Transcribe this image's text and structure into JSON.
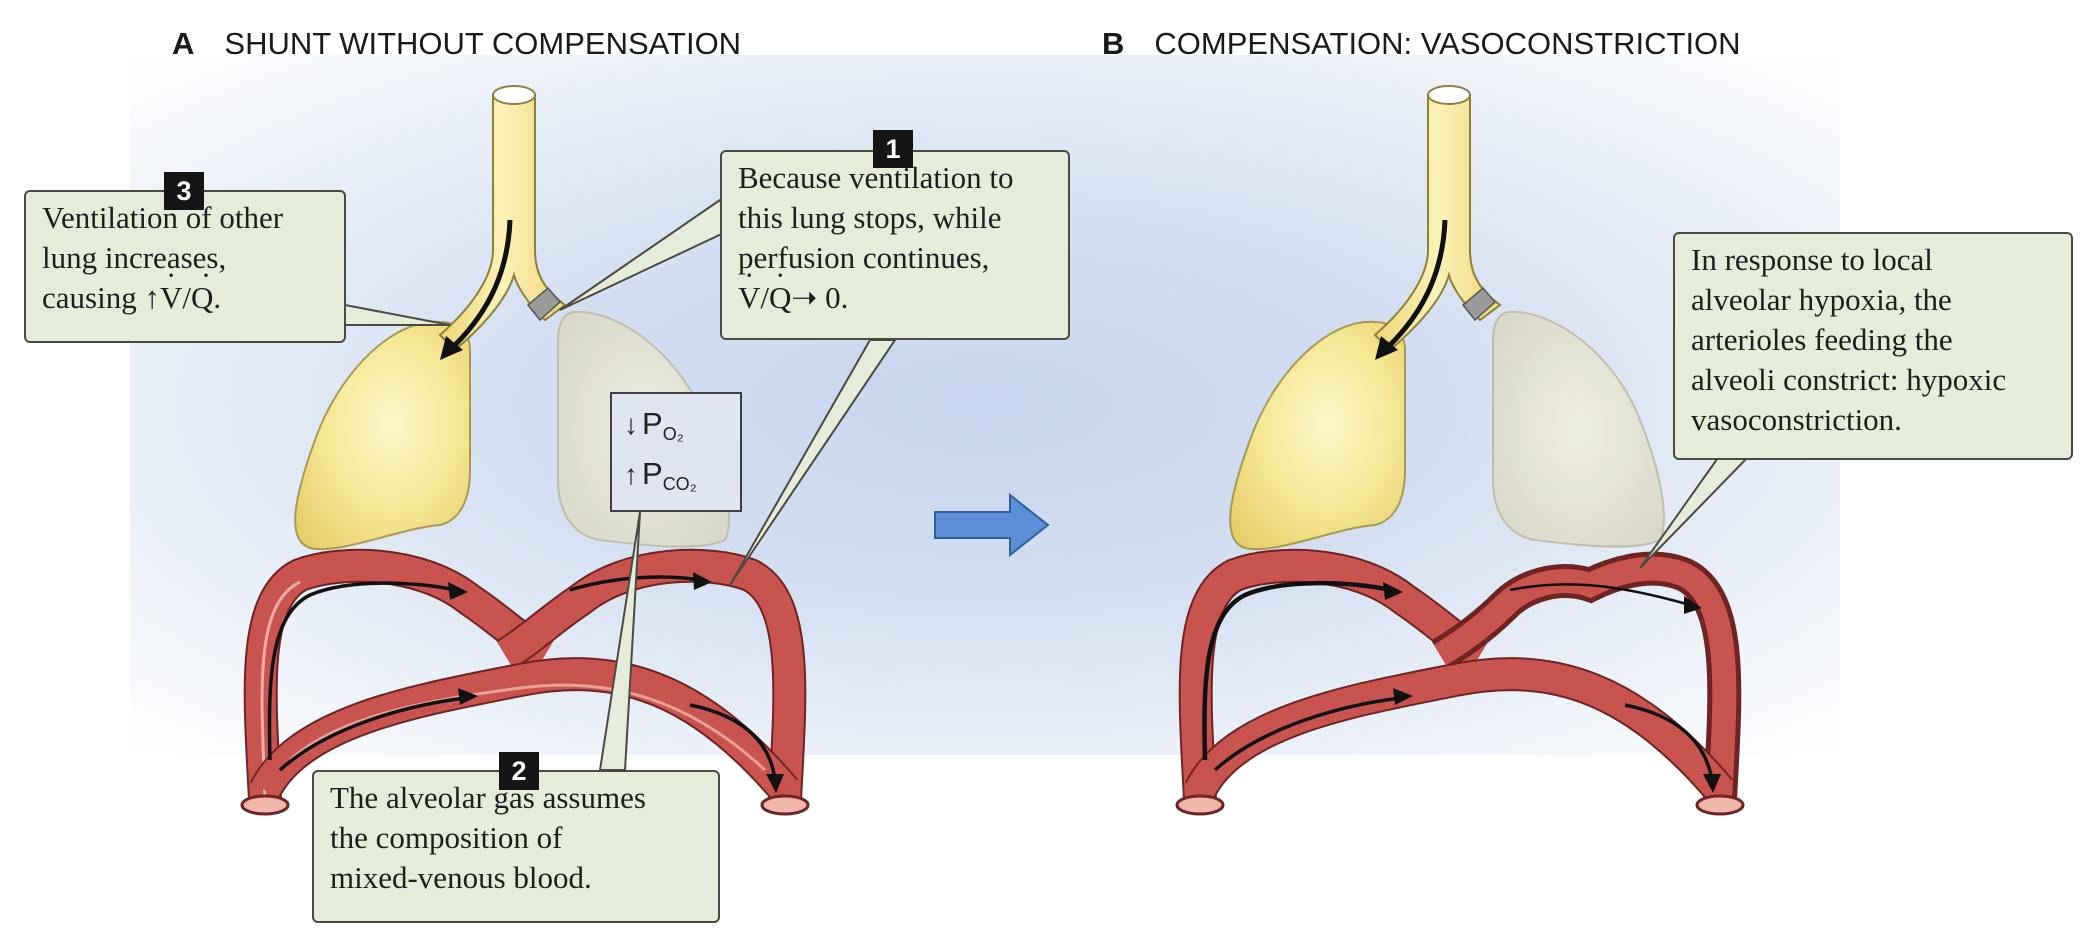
{
  "panels": {
    "a": {
      "letter": "A",
      "title": "SHUNT WITHOUT COMPENSATION"
    },
    "b": {
      "letter": "B",
      "title": "COMPENSATION: VASOCONSTRICTION"
    }
  },
  "callouts": {
    "one": {
      "number": "1",
      "lines": [
        "Because ventilation to",
        "this lung stops, while",
        "perfusion continues,"
      ],
      "formula": {
        "v": "V",
        "slash": "/",
        "q": "Q",
        "arrow": "➝",
        "value": "0."
      }
    },
    "two": {
      "number": "2",
      "lines": [
        "The alveolar gas assumes",
        "the composition of",
        "mixed-venous blood."
      ]
    },
    "three": {
      "number": "3",
      "lines": [
        "Ventilation of other",
        "lung increases,"
      ],
      "last_prefix": "causing",
      "last_arrow": "↑",
      "last_v": "V",
      "last_slash": "/",
      "last_q": "Q."
    },
    "four": {
      "lines": [
        "In response to local",
        "alveolar hypoxia, the",
        "arterioles feeding the",
        "alveoli constrict: hypoxic",
        "vasoconstriction."
      ]
    }
  },
  "gas_box": {
    "row1": {
      "arrow": "↓",
      "symbol": "P",
      "sub": "O₂"
    },
    "row2": {
      "arrow": "↑",
      "symbol": "P",
      "sub": "CO₂"
    }
  },
  "colors": {
    "trachea": "#f5e79c",
    "lung_active": "#f3e48f",
    "lung_inactive": "#e3e1cc",
    "vessel": "#c9544f",
    "callout_fill": "#e4edd8",
    "transition_arrow": "#5b8fd6"
  }
}
